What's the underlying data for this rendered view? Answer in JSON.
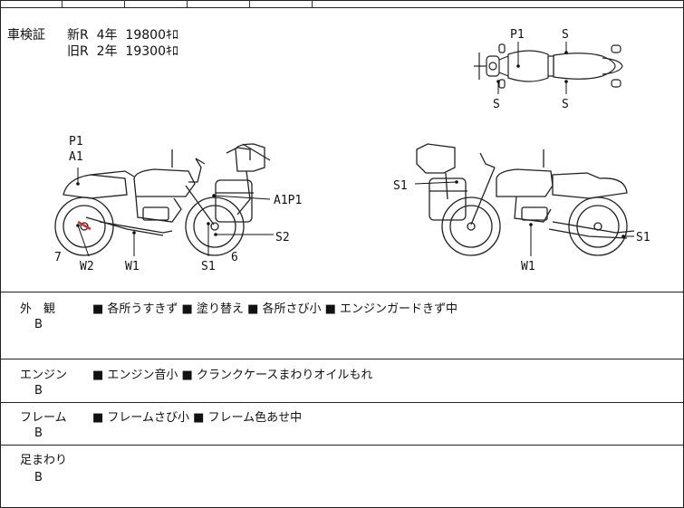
{
  "shaken": {
    "label": "車検証",
    "new": "新R  4年  19800ｷﾛ",
    "old": "旧R  2年  19300ｷﾛ"
  },
  "diagram_labels": {
    "top_p1": "P1",
    "top_s_upper": "S",
    "top_s_left": "S",
    "top_s_right": "S",
    "left_p1": "P1",
    "left_a1": "A1",
    "left_a1p1": "A1P1",
    "left_s2": "S2",
    "left_7": "7",
    "left_w2": "W2",
    "left_w1": "W1",
    "left_s1": "S1",
    "left_6": "6",
    "right_s1_top": "S1",
    "right_s1_side": "S1",
    "right_w1": "W1"
  },
  "categories": [
    {
      "name": "外　観",
      "grade": "B",
      "notes": "■ 各所うすきず ■ 塗り替え ■ 各所さび小 ■ エンジンガードきず中"
    },
    {
      "name": "エンジン",
      "grade": "B",
      "notes": "■ エンジン音小 ■ クランクケースまわりオイルもれ"
    },
    {
      "name": "フレーム",
      "grade": "B",
      "notes": "■ フレームさび小 ■ フレーム色あせ中"
    },
    {
      "name": "足まわり",
      "grade": "B",
      "notes": ""
    }
  ]
}
